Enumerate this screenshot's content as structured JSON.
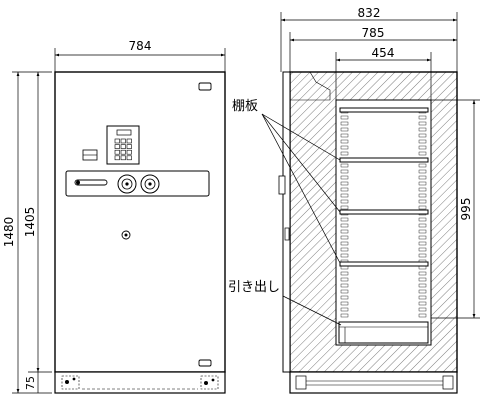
{
  "front_view": {
    "width_label": "784",
    "total_height_label": "1480",
    "body_height_label": "1405",
    "base_height_label": "75"
  },
  "side_view": {
    "outer_depth_label": "832",
    "body_depth_label": "785",
    "inner_depth_label": "454",
    "inner_height_label": "995",
    "shelf_label": "棚板",
    "drawer_label": "引き出し"
  }
}
